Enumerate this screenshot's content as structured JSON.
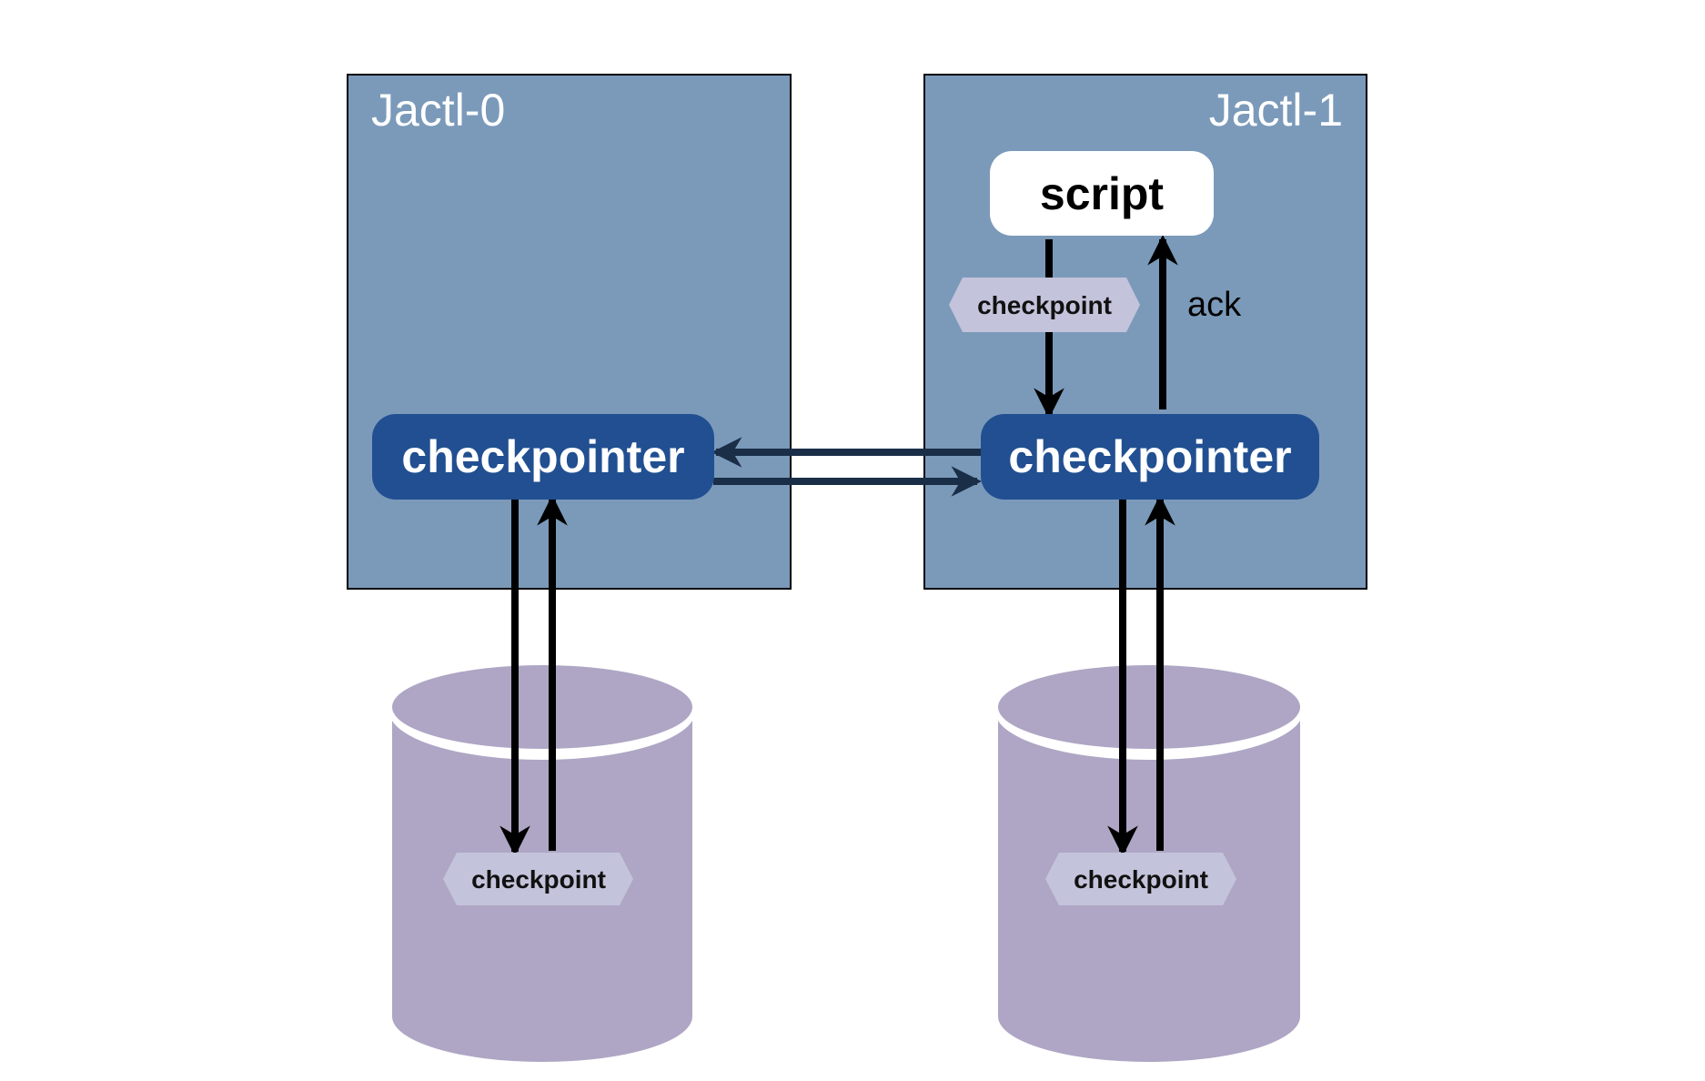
{
  "colors": {
    "background": "#ffffff",
    "node_fill": "#7b9aba",
    "node_border": "#000000",
    "pill_fill": "#214f91",
    "script_fill": "#ffffff",
    "tag_fill": "#c3c3db",
    "db_fill": "#aea6c4",
    "arrow": "#000000",
    "cross_arrow": "#1a2e48"
  },
  "nodes": [
    {
      "title": "Jactl-0",
      "checkpointer_label": "checkpointer"
    },
    {
      "title": "Jactl-1",
      "checkpointer_label": "checkpointer"
    }
  ],
  "script": {
    "label": "script"
  },
  "script_tag": {
    "label": "checkpoint"
  },
  "ack": {
    "label": "ack"
  },
  "databases": [
    {
      "tag_label": "checkpoint",
      "icon": "database-icon"
    },
    {
      "tag_label": "checkpoint",
      "icon": "database-icon"
    }
  ]
}
